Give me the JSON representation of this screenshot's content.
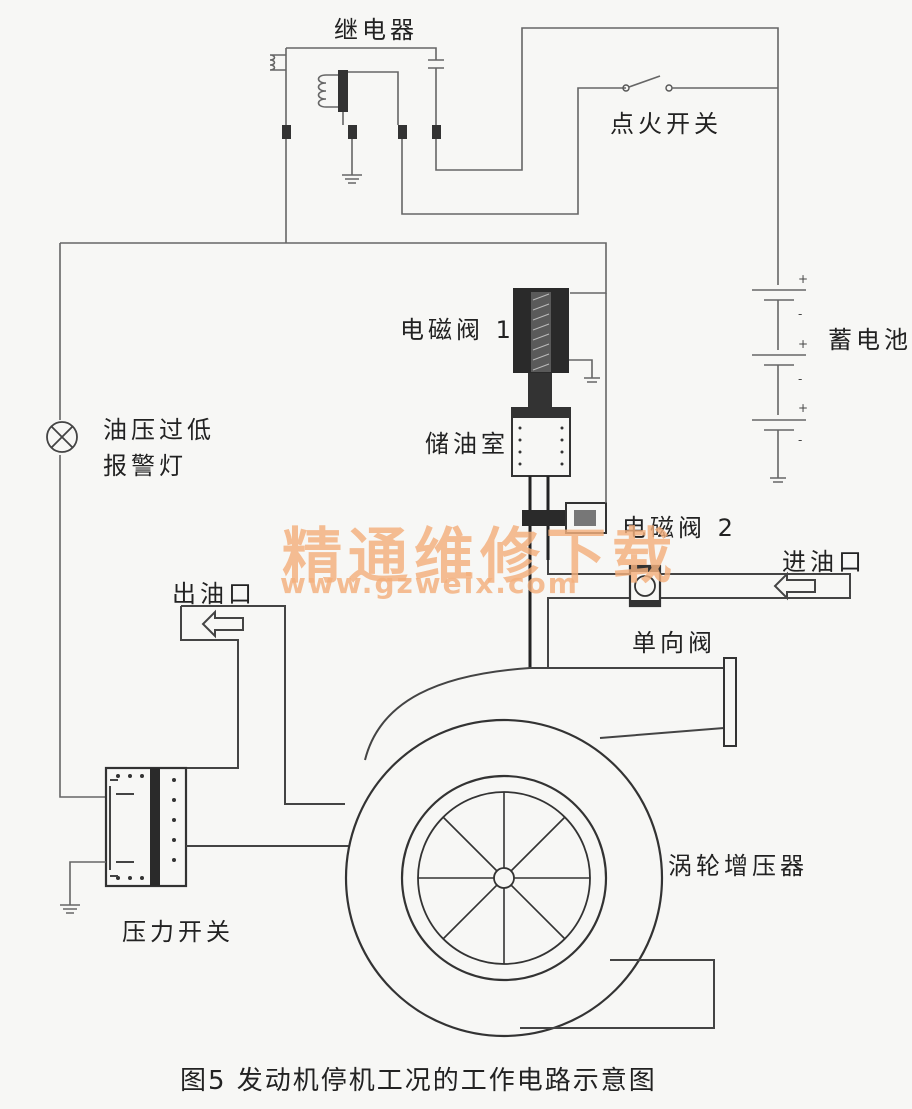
{
  "labels": {
    "relay": "继电器",
    "ignition_switch": "点火开关",
    "battery": "蓄电池",
    "solenoid_valve_1": "电磁阀 1",
    "oil_storage_chamber": "储油室",
    "solenoid_valve_2": "电磁阀 2",
    "oil_inlet": "进油口",
    "check_valve": "单向阀",
    "oil_outlet": "出油口",
    "low_oil_pressure_warning_lamp_line1": "油压过低",
    "low_oil_pressure_warning_lamp_line2": "报警灯",
    "pressure_switch": "压力开关",
    "turbocharger": "涡轮增压器"
  },
  "watermark": {
    "text_cn": "精通维修下载",
    "text_url": "www.gzweix.com"
  },
  "caption": "图5   发动机停机工况的工作电路示意图",
  "battery_polarity": {
    "plus": "+",
    "minus": "-"
  },
  "colors": {
    "line": "#444444",
    "wire": "#666666",
    "solid": "#333333",
    "watermark": "#f4b07d",
    "background": "#f7f7f5"
  }
}
